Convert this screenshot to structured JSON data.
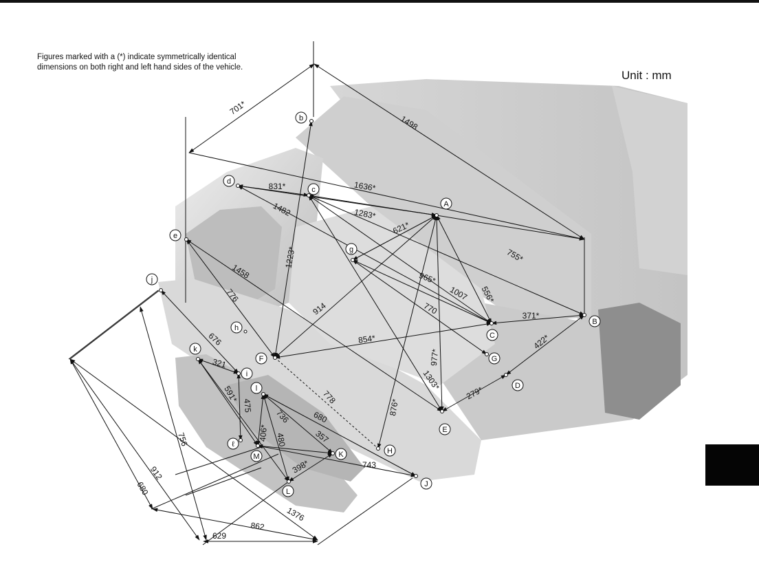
{
  "note": {
    "line1": "Figures marked with a (*) indicate symmetrically identical",
    "line2": "dimensions on both right and left hand sides of the vehicle."
  },
  "unit_label": "Unit : mm",
  "points": {
    "b": "b",
    "d": "d",
    "c": "c",
    "A": "A",
    "e": "e",
    "g": "g",
    "j": "j",
    "h": "h",
    "C": "C",
    "B": "B",
    "F": "F",
    "k": "k",
    "i": "i",
    "G": "G",
    "D": "D",
    "l_upper": "l",
    "E": "E",
    "l_script": "ℓ",
    "M": "M",
    "K": "K",
    "H": "H",
    "L": "L",
    "J": "J"
  },
  "dimensions": {
    "d701": "701*",
    "d1498": "1498",
    "d831": "831*",
    "d1636": "1636*",
    "d1482": "1482",
    "d1283": "1283*",
    "d621": "621*",
    "d755": "755*",
    "d1223": "1223*",
    "d1458": "1458",
    "d776": "776",
    "d965": "965*",
    "d1007": "1007",
    "d556": "556*",
    "d914": "914",
    "d770": "770",
    "d371": "371*",
    "d854": "854*",
    "d422": "422*",
    "d676": "676",
    "d977": "977*",
    "d321": "321",
    "d591": "591*",
    "d475": "475",
    "d778": "778",
    "d1303": "1303*",
    "d279": "279*",
    "d736": "736",
    "d680a": "680",
    "d876": "876*",
    "d357": "357",
    "d756": "756",
    "d406": "406*",
    "d480": "480",
    "d398": "398*",
    "d743": "743",
    "d912": "912",
    "d680b": "680",
    "d1376": "1376",
    "d862": "862",
    "d629": "629"
  },
  "colors": {
    "body_light": "#e4e4e4",
    "body_mid": "#c6c6c6",
    "body_dark": "#8a8a8a",
    "body_shadow": "#5a5a5a",
    "ink": "#111111",
    "tab": "#050505"
  }
}
